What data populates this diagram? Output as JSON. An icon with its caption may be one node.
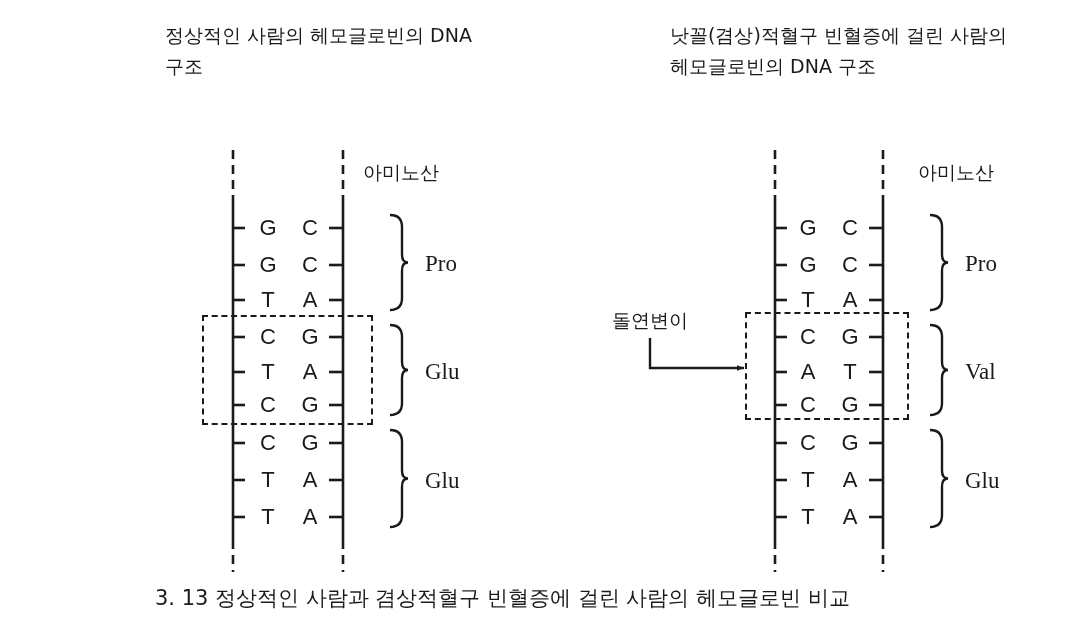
{
  "diagram": {
    "caption": "3. 13 정상적인 사람과 겸상적혈구 빈혈증에 걸린 사람의 헤모글로빈 비교",
    "nodes": [
      {
        "text": [],
        "shape": "box"
      },
      {
        "text": [
          "돌연변이"
        ]
      },
      {
        "text": [],
        "shape": "box"
      }
    ],
    "edges": [
      {
        "from": 1,
        "to": 2,
        "arrow": "to"
      }
    ],
    "labels": [
      "정상적인 사람의 헤모글로빈의 DNA 구조",
      "낫꼴(겸상)적혈구 빈혈증에 걸린 사람의 헤모글로빈의 DNA 구조",
      "아미노산",
      "G",
      "C",
      "G",
      "C",
      "T",
      "A",
      "C",
      "G",
      "T",
      "A",
      "C",
      "G",
      "C",
      "G",
      "T",
      "A",
      "T",
      "A",
      "Pro",
      "Glu",
      "Glu",
      "아미노산",
      "G",
      "C",
      "G",
      "C",
      "T",
      "A",
      "C",
      "G",
      "A",
      "T",
      "C",
      "G",
      "C",
      "G",
      "T",
      "A",
      "T",
      "A",
      "Pro",
      "Val",
      "Glu"
    ]
  }
}
